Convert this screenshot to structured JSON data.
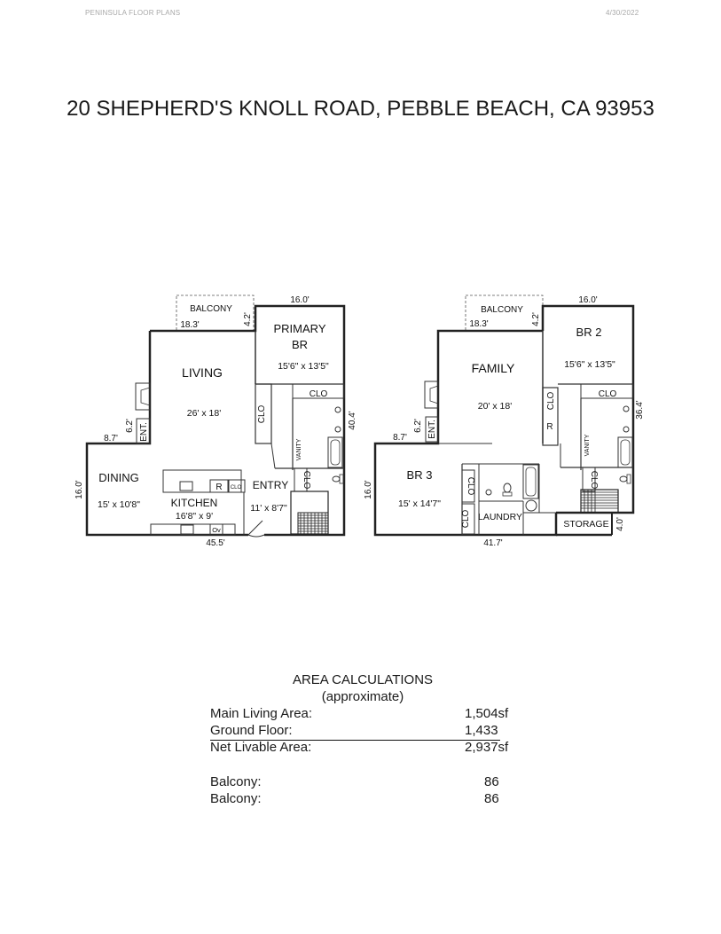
{
  "header": {
    "company": "PENINSULA FLOOR PLANS",
    "date": "4/30/2022"
  },
  "title": "20 SHEPHERD'S KNOLL ROAD, PEBBLE BEACH, CA 93953",
  "plan_left": {
    "balcony": "BALCONY",
    "dim_top": "16.0'",
    "dim_balcony_w": "18.3'",
    "dim_balcony_d": "4.2'",
    "primary_br": [
      "PRIMARY",
      "BR"
    ],
    "primary_br_size": "15'6\" x 13'5\"",
    "living": "LIVING",
    "living_size": "26' x 18'",
    "clo1": "CLO",
    "clo2": "CLO",
    "clo3": "CLO",
    "clo4": "CLO",
    "vanity": "VANITY",
    "dim_right": "40.4'",
    "ent": "ENT.",
    "dim_ent_w": "8.7'",
    "dim_ent_d": "6.2'",
    "dining": "DINING",
    "dining_size": "15' x 10'8\"",
    "kitchen": "KITCHEN",
    "kitchen_size": "16'8\" x 9'",
    "fridge": "R",
    "oven": "Ov",
    "entry": "ENTRY",
    "entry_size": "11' x 8'7\"",
    "dim_left": "16.0'",
    "dim_bottom": "45.5'"
  },
  "plan_right": {
    "balcony": "BALCONY",
    "dim_top": "16.0'",
    "dim_balcony_w": "18.3'",
    "dim_balcony_d": "4.2'",
    "br2": "BR 2",
    "br2_size": "15'6\" x 13'5\"",
    "family": "FAMILY",
    "family_size": "20' x 18'",
    "clo1": "CLO",
    "clo2": "CLO",
    "clo3": "CLO",
    "clo4": "CLO",
    "clo5": "CLO",
    "fridge": "R",
    "vanity": "VANITY",
    "dim_right": "36.4'",
    "ent": "ENT.",
    "dim_ent_w": "8.7'",
    "dim_ent_d": "6.2'",
    "br3": "BR 3",
    "br3_size": "15' x 14'7\"",
    "laundry": "LAUNDRY",
    "storage": "STORAGE",
    "dim_storage": "4.0'",
    "dim_left": "16.0'",
    "dim_bottom": "41.7'"
  },
  "area": {
    "heading": "AREA CALCULATIONS",
    "subheading": "(approximate)",
    "rows": [
      {
        "label": "Main Living Area:",
        "value": "1,504sf"
      },
      {
        "label": "Ground Floor:",
        "value": "1,433"
      },
      {
        "label": "Net Livable Area:",
        "value": "2,937sf"
      },
      {
        "label": "Balcony:",
        "value": "86"
      },
      {
        "label": "Balcony:",
        "value": "86"
      }
    ]
  }
}
